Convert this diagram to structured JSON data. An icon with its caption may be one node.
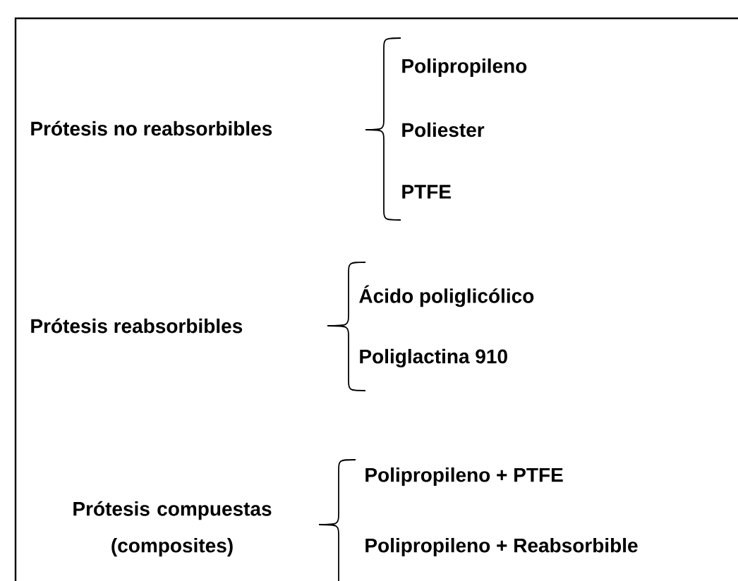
{
  "diagram": {
    "labels": [
      "Prótesis no reabsorbibles",
      "Polipropileno",
      "Poliester",
      "PTFE",
      "Prótesis reabsorbibles",
      "Ácido poliglicólico",
      "Poliglactina 910",
      "Prótesis compuestas (composites)",
      "Polipropileno + PTFE",
      "Polipropileno + Reabsorbible"
    ]
  }
}
